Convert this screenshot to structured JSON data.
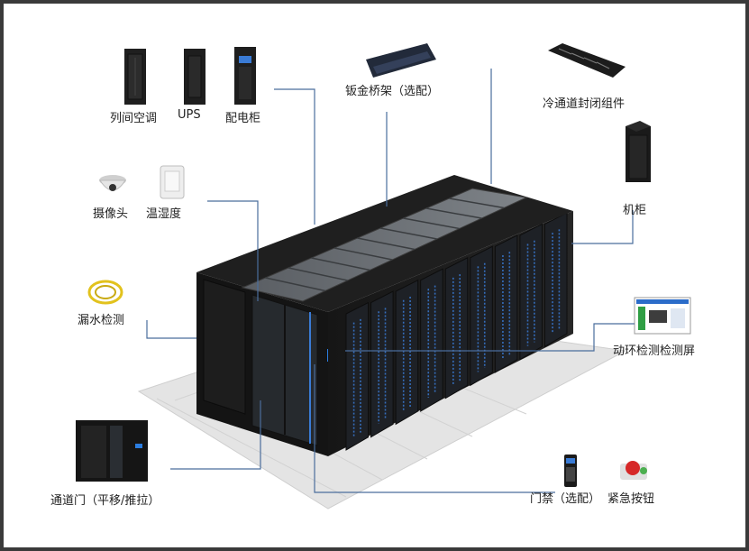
{
  "labels": {
    "row_ac": "列间空调",
    "ups": "UPS",
    "pdu": "配电柜",
    "cable_tray": "钣金桥架（选配）",
    "cold_aisle": "冷通道封闭组件",
    "camera": "摄像头",
    "temp_humidity": "温湿度",
    "cabinet": "机柜",
    "water_leak": "漏水检测",
    "monitor_screen": "动环检测检测屏",
    "aisle_door": "通道门（平移/推拉）",
    "access_control": "门禁（选配）",
    "emergency_button": "紧急按钮"
  },
  "colors": {
    "leader_line": "#4a6d9c",
    "cabinet_body": "#1c1c1c",
    "roof_panel": "#6a6e73",
    "floor": "#e6e6e6",
    "led_blue": "#3a7bd5"
  },
  "icons": [
    "row-ac-icon",
    "ups-icon",
    "pdu-icon",
    "cable-tray-icon",
    "cold-aisle-kit-icon",
    "camera-icon",
    "temp-humidity-sensor-icon",
    "cabinet-icon",
    "water-leak-cable-icon",
    "monitor-screen-icon",
    "aisle-door-icon",
    "access-control-reader-icon",
    "emergency-button-icon"
  ]
}
